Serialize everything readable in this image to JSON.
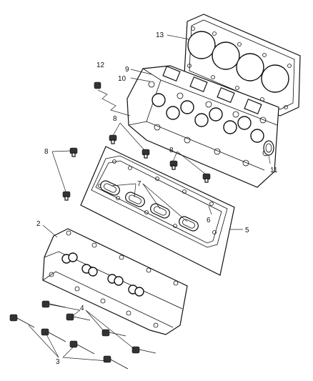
{
  "callouts": {
    "c2": "2",
    "c3": "3",
    "c4": "4",
    "c5": "5",
    "c6": "6",
    "c7": "7",
    "c8a": "8",
    "c8b": "8",
    "c8c": "8",
    "c9": "9",
    "c10": "10",
    "c11": "11",
    "c12": "12",
    "c13": "13"
  }
}
